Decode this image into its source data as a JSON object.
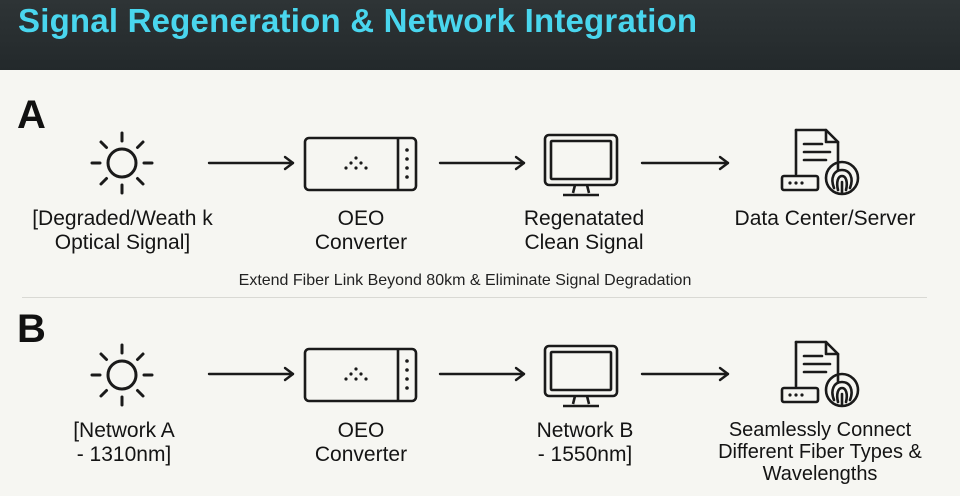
{
  "header": {
    "title": "Signal Regeneration & Network Integration"
  },
  "sections": [
    {
      "letter": "A",
      "labels": [
        [
          "[Degraded/Weath k",
          "Optical Signal]"
        ],
        [
          "OEO",
          "Converter"
        ],
        [
          "Regenatated",
          "Clean Signal"
        ],
        [
          "Data Center/Server"
        ]
      ],
      "caption": "Extend Fiber Link Beyond 80km & Eliminate Signal Degradation"
    },
    {
      "letter": "B",
      "labels": [
        [
          "[Network A",
          "- 1310nm]"
        ],
        [
          "OEO",
          "Converter"
        ],
        [
          "Network B",
          "- 1550nm]"
        ],
        [
          "Seamlessly Connect",
          "Different Fiber Types &",
          "Wavelengths"
        ]
      ]
    }
  ],
  "icons": [
    "sun-icon",
    "oeo-converter-icon",
    "monitor-icon",
    "server-fingerprint-icon",
    "arrow-right-icon"
  ]
}
